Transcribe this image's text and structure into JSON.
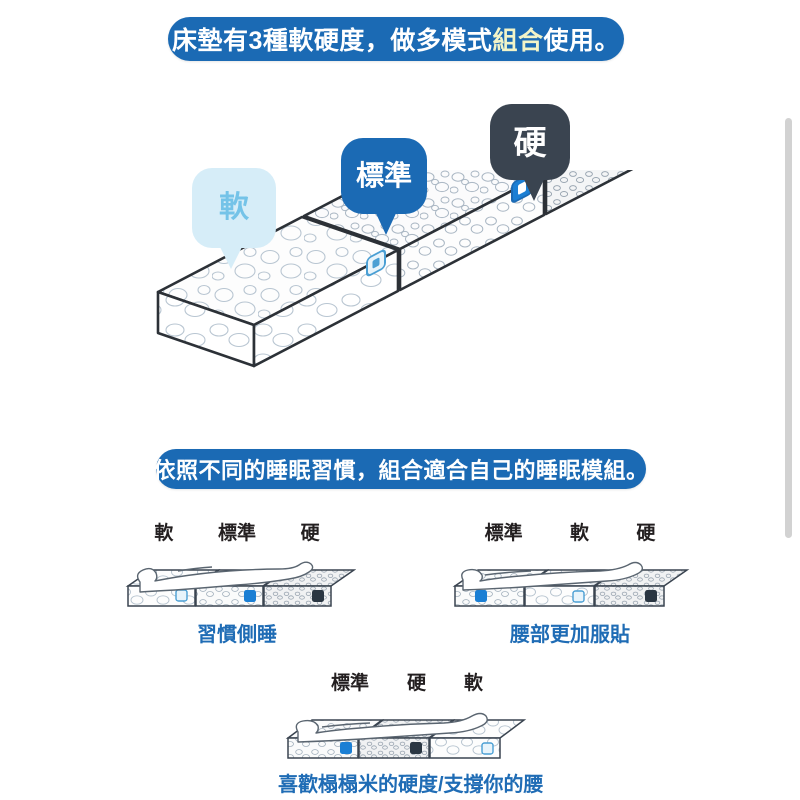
{
  "banners": {
    "top": {
      "prefix": "床墊有3種軟硬度，做多模式",
      "highlight": "組合",
      "suffix": "使用。"
    },
    "middle": {
      "text": "依照不同的睡眠習慣，組合適合自己的睡眠模組。"
    }
  },
  "hero": {
    "bubbles": [
      {
        "label": "軟",
        "name": "soft"
      },
      {
        "label": "標準",
        "name": "standard"
      },
      {
        "label": "硬",
        "name": "hard"
      }
    ],
    "segments": [
      {
        "firmness": "軟",
        "badge": "soft-badge"
      },
      {
        "firmness": "標準",
        "badge": "standard-badge"
      },
      {
        "firmness": "硬",
        "badge": "hard-badge"
      }
    ]
  },
  "configs": [
    {
      "id": "config-1",
      "labels": [
        "軟",
        "標準",
        "硬"
      ],
      "caption": "習慣側睡",
      "pose": "side-sleeping"
    },
    {
      "id": "config-2",
      "labels": [
        "標準",
        "軟",
        "硬"
      ],
      "caption": "腰部更加服貼",
      "pose": "back-sleeping"
    },
    {
      "id": "config-3",
      "labels": [
        "標準",
        "硬",
        "軟"
      ],
      "caption": "喜歡榻榻米的硬度/支撐你的腰",
      "pose": "back-sleeping"
    }
  ],
  "colors": {
    "banner_blue": "#1b6ab4",
    "highlight_yellow": "#f2f4c8",
    "bubble_soft_bg": "#d6edf8",
    "bubble_soft_text": "#74c3e8",
    "bubble_standard_bg": "#1b6ab4",
    "bubble_hard_bg": "#3a4450",
    "caption_blue": "#1f6cb5",
    "label_black": "#231f20",
    "scrollbar": "#d2d2d2"
  }
}
